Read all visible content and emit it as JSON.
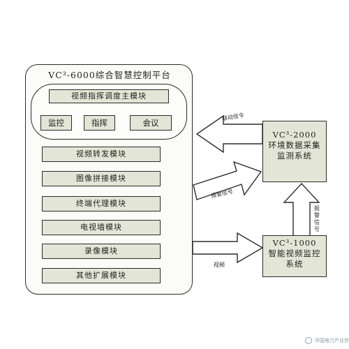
{
  "platform": {
    "title": "VC³-6000综合智慧控制平台",
    "command_module": {
      "title": "视频指挥调度主模块",
      "buttons": [
        "监控",
        "指挥",
        "会议"
      ]
    },
    "modules": [
      "视频转发模块",
      "图像拼接模块",
      "终端代理模块",
      "电视墙模块",
      "录像模块",
      "其他扩展模块"
    ]
  },
  "systems": {
    "env": {
      "line1": "VC³-2000",
      "line2": "环境数据采集",
      "line3": "监测系统"
    },
    "video": {
      "line1": "VC³-1000",
      "line2": "智能视频监控",
      "line3": "系统"
    }
  },
  "arrow_labels": {
    "linkage": "联动信令",
    "alarm_to_platform": "报警信号",
    "alarm_up": "报警信号",
    "video": "视频"
  },
  "watermark": "中国电力产业信息网"
}
